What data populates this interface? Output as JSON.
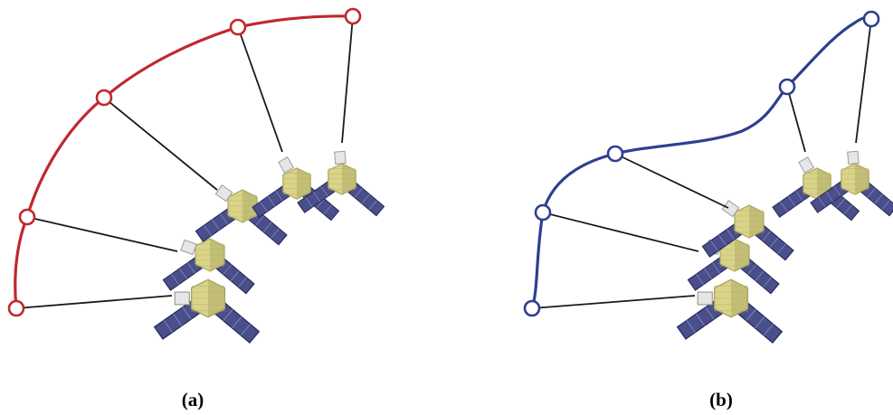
{
  "panels": [
    {
      "label": "(a)",
      "curve_color": "#c0282d",
      "curve_shape": "circular-arc",
      "waypoint_count": 5,
      "satellite_count": 5
    },
    {
      "label": "(b)",
      "curve_color": "#2d3f8f",
      "curve_shape": "s-curve",
      "waypoint_count": 5,
      "satellite_count": 5
    }
  ],
  "colors": {
    "tether": "#1a1a1a",
    "satellite_body": "#d9d48a",
    "satellite_body_dark": "#a9a55a",
    "solar_panel": "#4a4f8c",
    "solar_panel_edge": "#2b2f5e",
    "nozzle": "#e6e6e6"
  },
  "icons": {
    "waypoint": "hollow-circle-icon",
    "satellite": "satellite-icon",
    "solar_panel": "solar-panel-icon"
  }
}
